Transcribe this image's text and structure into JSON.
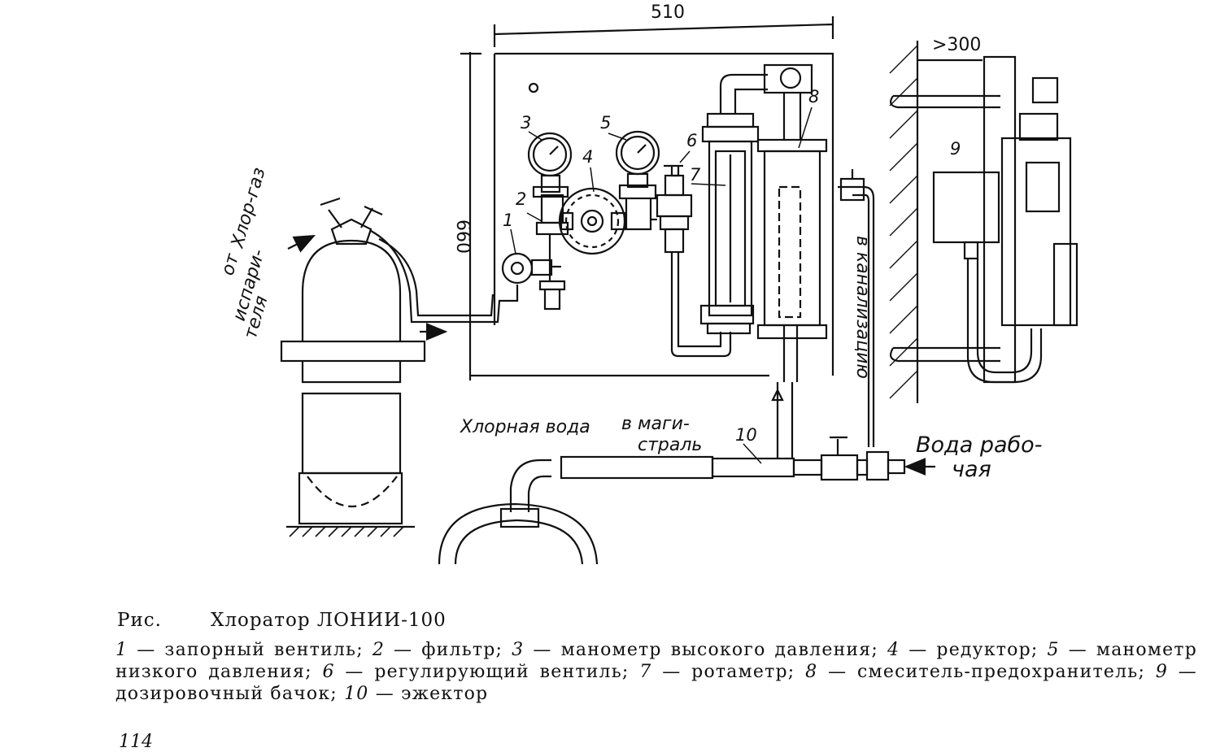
{
  "diagram": {
    "dimensions": {
      "width": "510",
      "height": "660",
      "distance": ">300"
    },
    "labels": {
      "gas_in": [
        "Хлор-газ",
        "от",
        "испари-",
        "теля"
      ],
      "chlorine_water": "Хлорная вода",
      "to_main": [
        "в маги-",
        "страль"
      ],
      "to_sewer": "в канализацию",
      "working_water": [
        "Вода рабо-",
        "чая"
      ]
    },
    "callouts": [
      "1",
      "2",
      "3",
      "4",
      "5",
      "6",
      "7",
      "8",
      "9",
      "10"
    ]
  },
  "caption": {
    "prefix": "Рис.",
    "title": "Хлоратор ЛОНИИ-100",
    "legend": [
      {
        "num": "1",
        "text": "запорный вентиль"
      },
      {
        "num": "2",
        "text": "фильтр"
      },
      {
        "num": "3",
        "text": "манометр высокого давления"
      },
      {
        "num": "4",
        "text": "редуктор"
      },
      {
        "num": "5",
        "text": "манометр низкого давления"
      },
      {
        "num": "6",
        "text": "регулирующий вентиль"
      },
      {
        "num": "7",
        "text": "ротаметр"
      },
      {
        "num": "8",
        "text": "смеситель-предохранитель"
      },
      {
        "num": "9",
        "text": "дозировочный бачок"
      },
      {
        "num": "10",
        "text": "эжектор"
      }
    ]
  },
  "page_number": "114"
}
